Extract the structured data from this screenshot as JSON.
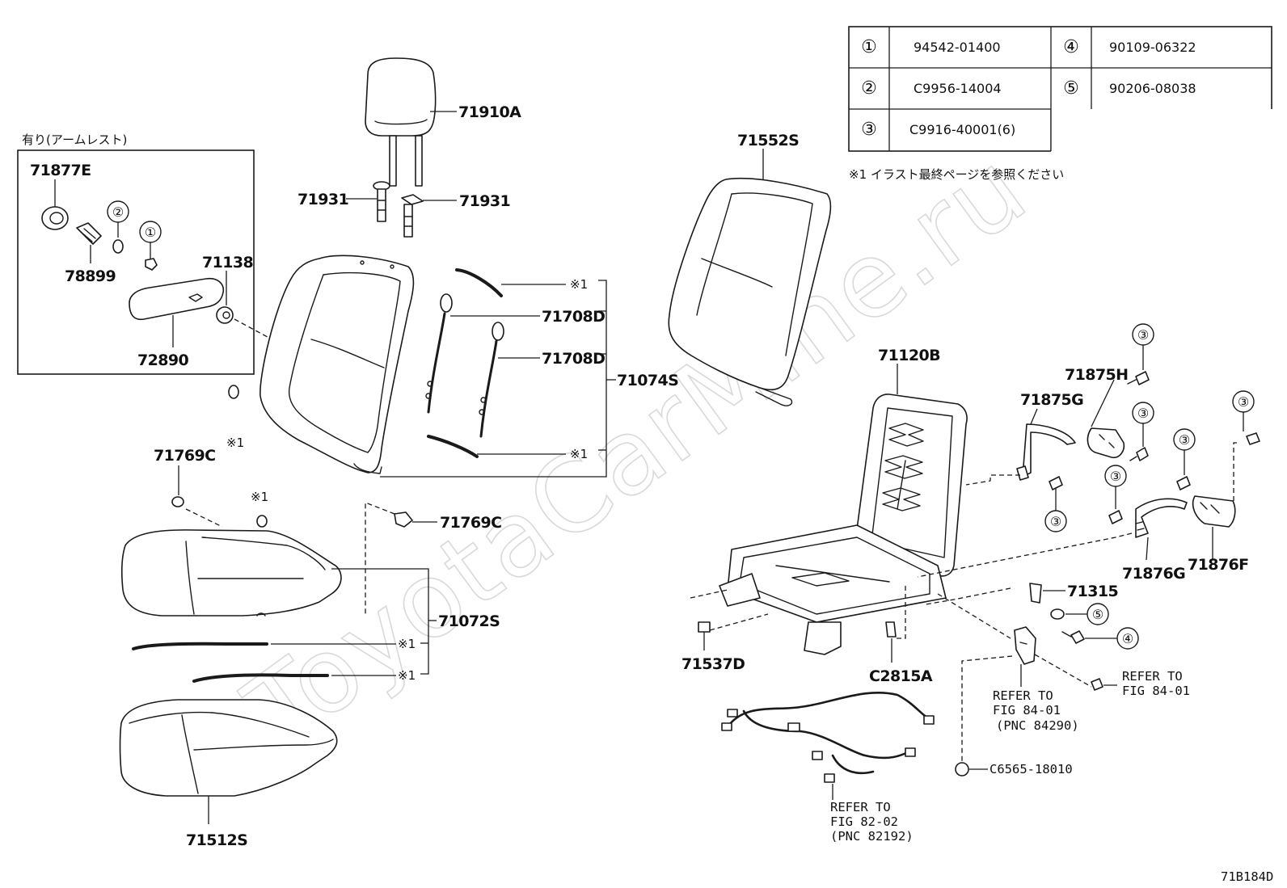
{
  "watermark": "ToyotaCarMine.ru",
  "drawing_code": "71B184D",
  "note": "※1 イラスト最終ページを参照ください",
  "armrest_box_title": "有り(アームレスト)",
  "table": {
    "rows": [
      [
        {
          "key": "①",
          "part": "94542-01400"
        },
        {
          "key": "④",
          "part": "90109-06322"
        }
      ],
      [
        {
          "key": "②",
          "part": "C9956-14004"
        },
        {
          "key": "⑤",
          "part": "90206-08038"
        }
      ],
      [
        {
          "key": "③",
          "part": "C9916-40001(6)"
        }
      ]
    ]
  },
  "labels": {
    "p71910A": "71910A",
    "p71931_left": "71931",
    "p71931_right": "71931",
    "p71877E": "71877E",
    "p78899": "78899",
    "p71138": "71138",
    "p72890": "72890",
    "p71074S": "71074S",
    "p71708D_1": "71708D",
    "p71708D_2": "71708D",
    "p71769C_left": "71769C",
    "p71769C_right": "71769C",
    "p71072S": "71072S",
    "p71512S": "71512S",
    "p71552S": "71552S",
    "p71120B": "71120B",
    "p71875H": "71875H",
    "p71875G": "71875G",
    "p71876G": "71876G",
    "p71876F": "71876F",
    "p71315": "71315",
    "p71537D": "71537D",
    "p C2815A": "C2815A",
    "pC6565": "C6565-18010",
    "ref1_line1": "REFER TO",
    "ref1_line2": "FIG 84-01",
    "ref2_line1": "REFER TO",
    "ref2_line2": "FIG 84-01",
    "ref2_line3": "(PNC 84290)",
    "ref3_line1": "REFER TO",
    "ref3_line2": "FIG 82-02",
    "ref3_line3": "(PNC 82192)"
  },
  "star_marks": {
    "mark": "※1"
  },
  "circled": {
    "c1": "①",
    "c2": "②",
    "c3": "③",
    "c4": "④",
    "c5": "⑤"
  }
}
